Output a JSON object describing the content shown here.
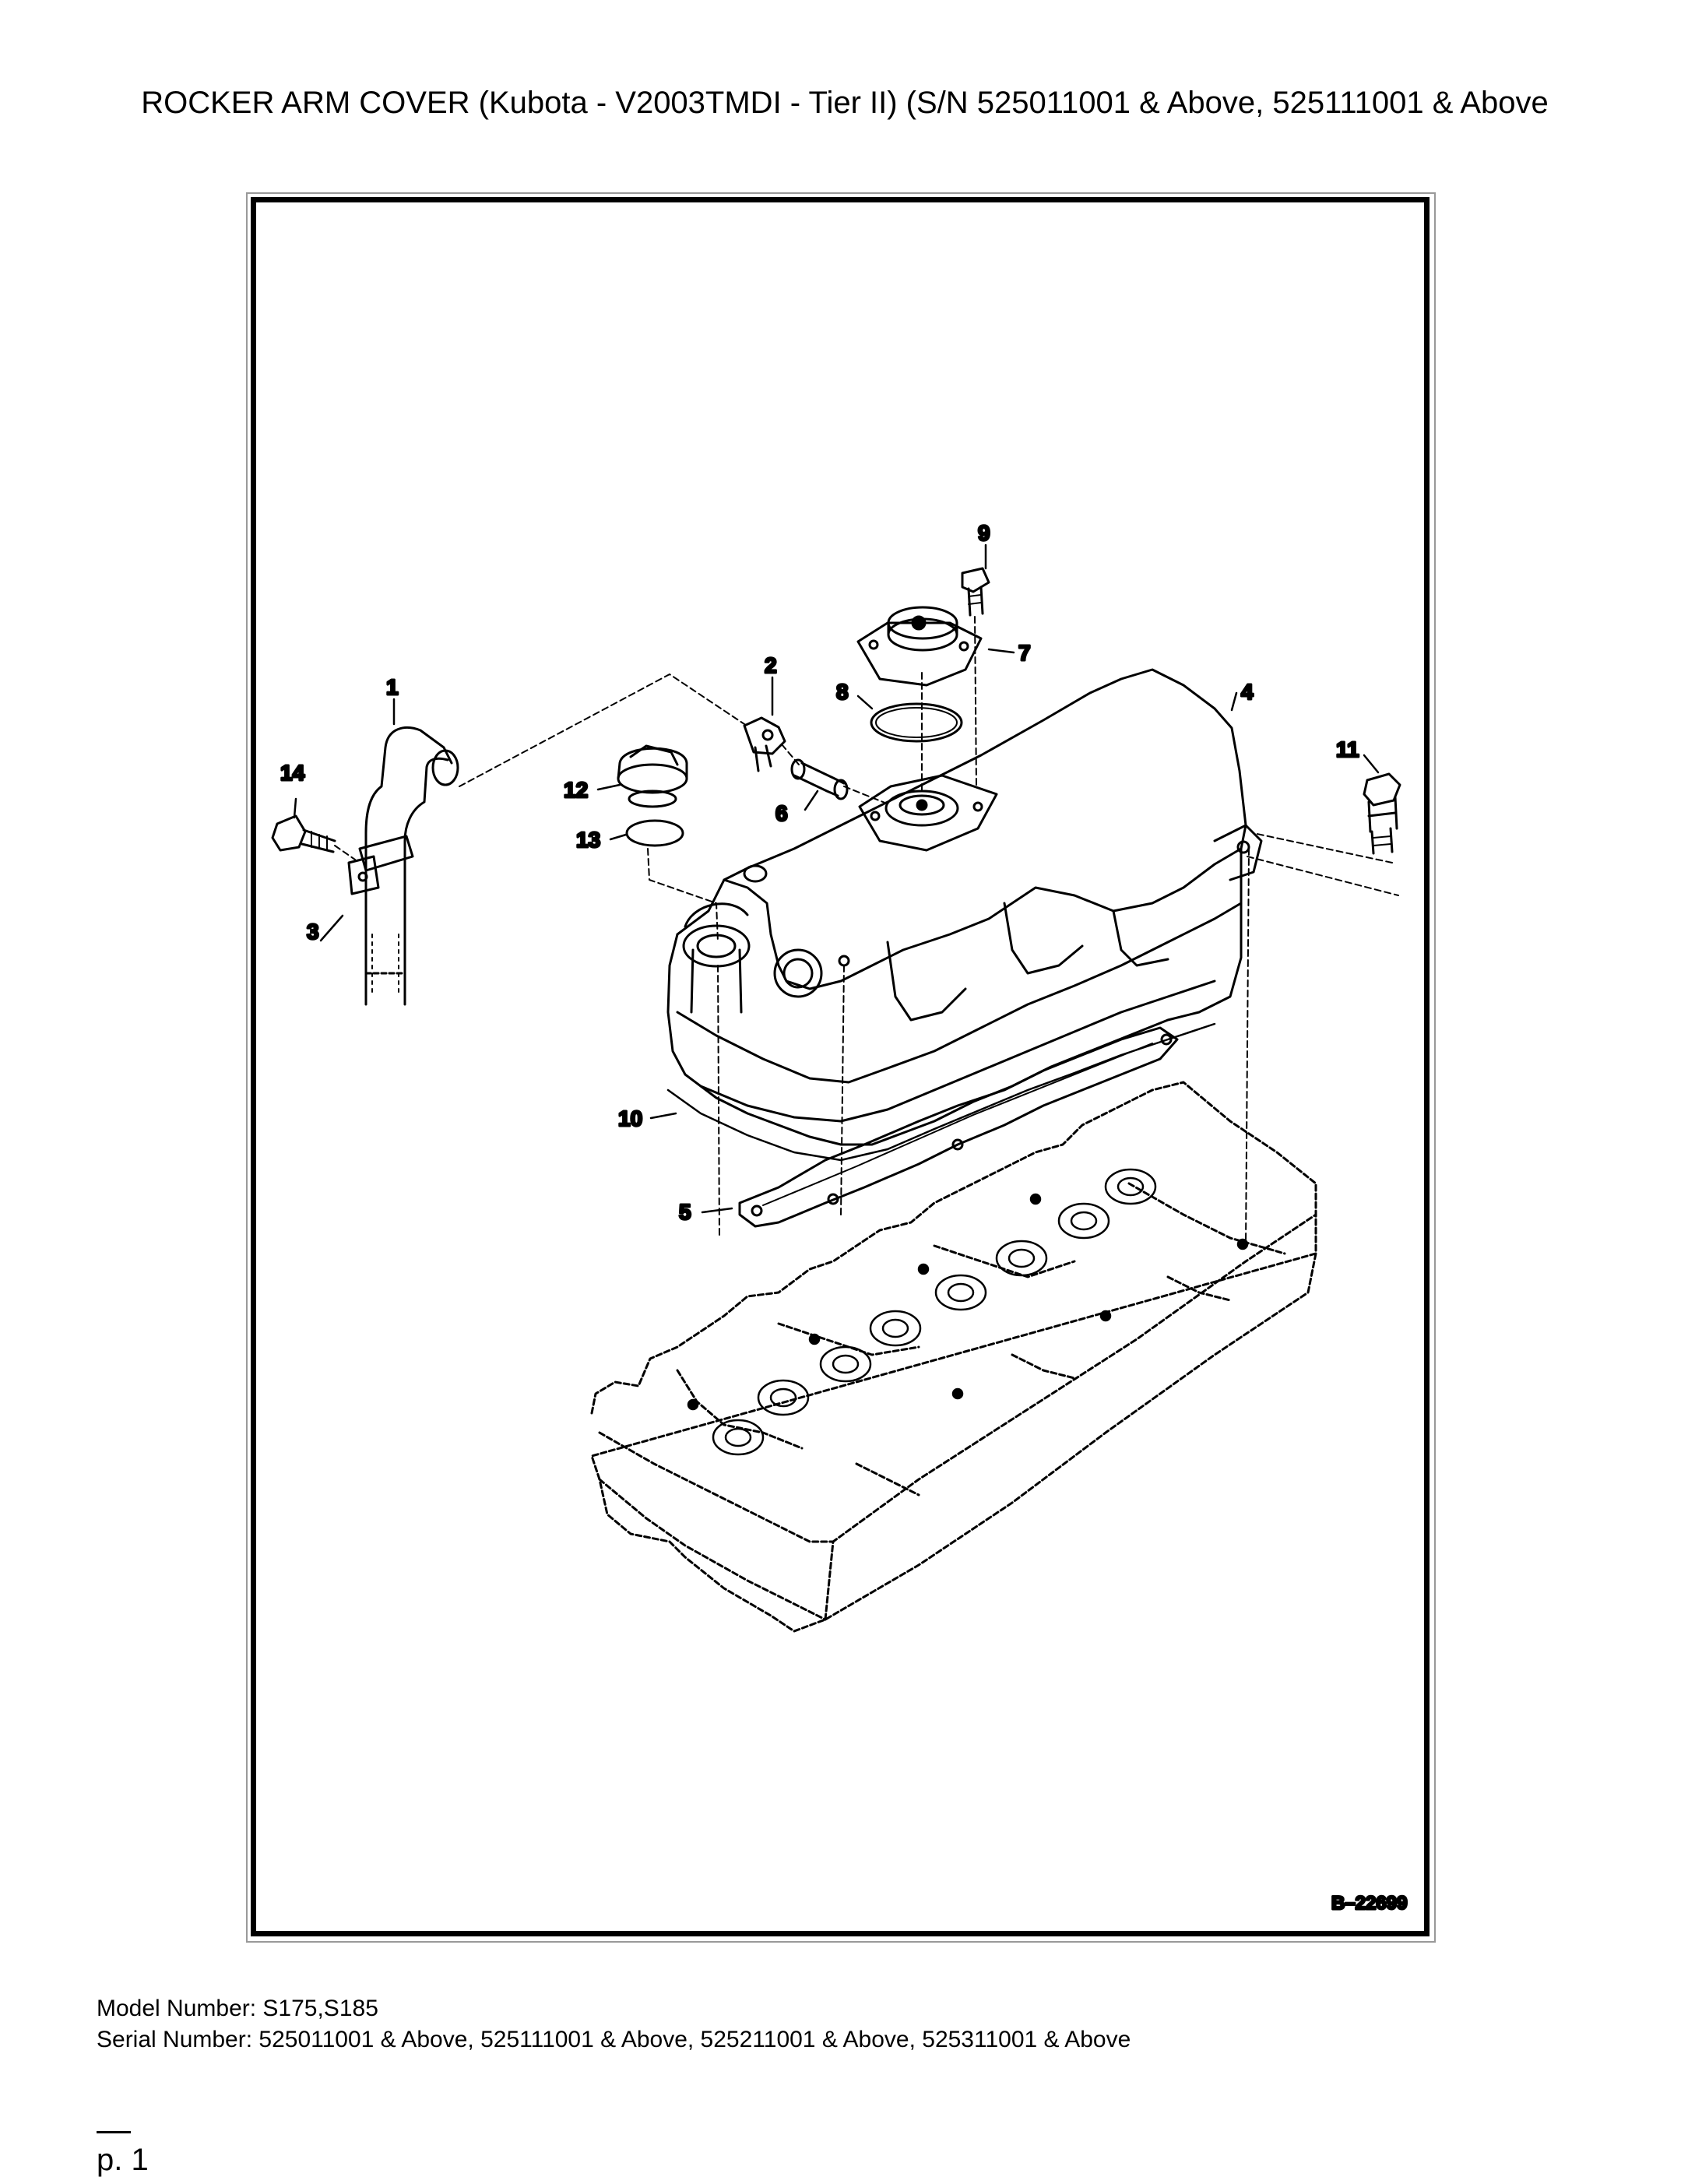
{
  "document": {
    "title": "ROCKER ARM COVER (Kubota - V2003TMDI - Tier II) (S/N 525011001 & Above, 525111001 & Above",
    "figure_number": "B–22699",
    "callouts": {
      "c1": "1",
      "c2": "2",
      "c3": "3",
      "c4": "4",
      "c5": "5",
      "c6": "6",
      "c7": "7",
      "c8": "8",
      "c9": "9",
      "c10": "10",
      "c11": "11",
      "c12": "12",
      "c13": "13",
      "c14": "14"
    },
    "model_number": "Model Number: S175,S185",
    "serial_number": "Serial Number: 525011001 & Above, 525111001 & Above, 525211001 & Above, 525311001 & Above",
    "page_label": "p. 1"
  }
}
